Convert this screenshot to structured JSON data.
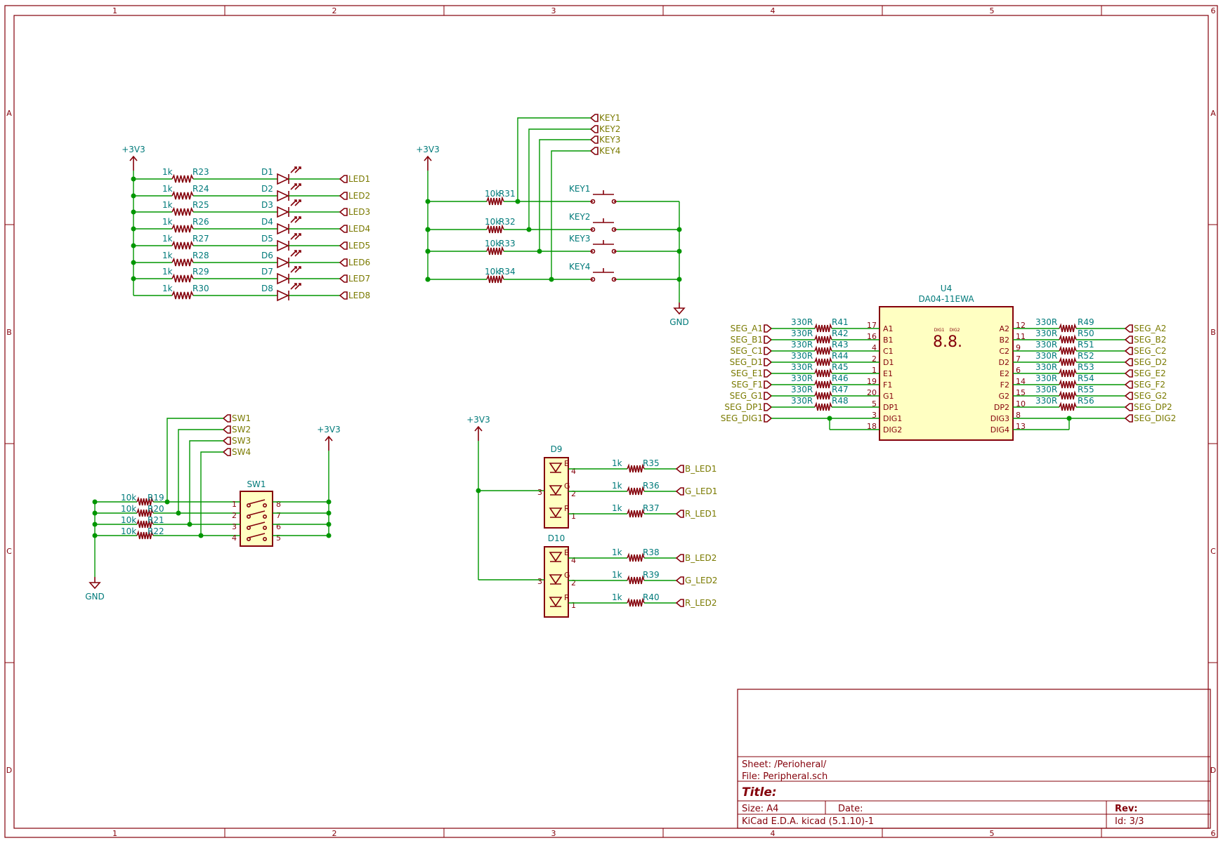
{
  "border": {
    "columns": [
      "1",
      "2",
      "3",
      "4",
      "5",
      "6"
    ],
    "rows": [
      "A",
      "B",
      "C",
      "D"
    ]
  },
  "title_block": {
    "sheet": "Sheet: /Perioheral/",
    "file": "File: Peripheral.sch",
    "title": "Title:",
    "size": "Size: A4",
    "date": "Date:",
    "rev": "Rev:",
    "tool": "KiCad E.D.A.  kicad (5.1.10)-1",
    "id": "Id: 3/3"
  },
  "led_block": {
    "power": "+3V3",
    "rows": [
      {
        "val": "1k",
        "res": "R23",
        "diode": "D1",
        "label": "LED1"
      },
      {
        "val": "1k",
        "res": "R24",
        "diode": "D2",
        "label": "LED2"
      },
      {
        "val": "1k",
        "res": "R25",
        "diode": "D3",
        "label": "LED3"
      },
      {
        "val": "1k",
        "res": "R26",
        "diode": "D4",
        "label": "LED4"
      },
      {
        "val": "1k",
        "res": "R27",
        "diode": "D5",
        "label": "LED5"
      },
      {
        "val": "1k",
        "res": "R28",
        "diode": "D6",
        "label": "LED6"
      },
      {
        "val": "1k",
        "res": "R29",
        "diode": "D7",
        "label": "LED7"
      },
      {
        "val": "1k",
        "res": "R30",
        "diode": "D8",
        "label": "LED8"
      }
    ]
  },
  "key_block": {
    "power": "+3V3",
    "ground": "GND",
    "labels": [
      "KEY1",
      "KEY2",
      "KEY3",
      "KEY4"
    ],
    "rows": [
      {
        "val": "10k",
        "res": "R31",
        "sw": "KEY1"
      },
      {
        "val": "10k",
        "res": "R32",
        "sw": "KEY2"
      },
      {
        "val": "10k",
        "res": "R33",
        "sw": "KEY3"
      },
      {
        "val": "10k",
        "res": "R34",
        "sw": "KEY4"
      }
    ]
  },
  "display": {
    "ref": "U4",
    "part": "DA04-11EWA",
    "digit_text": "8.8.",
    "dig1": "DIG1",
    "dig2": "DIG2",
    "left": [
      {
        "label": "SEG_A1",
        "val": "330R",
        "res": "R41",
        "pinnum": "17",
        "pin": "A1"
      },
      {
        "label": "SEG_B1",
        "val": "330R",
        "res": "R42",
        "pinnum": "16",
        "pin": "B1"
      },
      {
        "label": "SEG_C1",
        "val": "330R",
        "res": "R43",
        "pinnum": "4",
        "pin": "C1"
      },
      {
        "label": "SEG_D1",
        "val": "330R",
        "res": "R44",
        "pinnum": "2",
        "pin": "D1"
      },
      {
        "label": "SEG_E1",
        "val": "330R",
        "res": "R45",
        "pinnum": "1",
        "pin": "E1"
      },
      {
        "label": "SEG_F1",
        "val": "330R",
        "res": "R46",
        "pinnum": "19",
        "pin": "F1"
      },
      {
        "label": "SEG_G1",
        "val": "330R",
        "res": "R47",
        "pinnum": "20",
        "pin": "G1"
      },
      {
        "label": "SEG_DP1",
        "val": "330R",
        "res": "R48",
        "pinnum": "5",
        "pin": "DP1"
      }
    ],
    "left_dig": [
      {
        "label": "SEG_DIG1",
        "pinnum": "3",
        "pin": "DIG1"
      },
      {
        "label": "",
        "pinnum": "18",
        "pin": "DIG2"
      }
    ],
    "right": [
      {
        "label": "SEG_A2",
        "val": "330R",
        "res": "R49",
        "pinnum": "12",
        "pin": "A2"
      },
      {
        "label": "SEG_B2",
        "val": "330R",
        "res": "R50",
        "pinnum": "11",
        "pin": "B2"
      },
      {
        "label": "SEG_C2",
        "val": "330R",
        "res": "R51",
        "pinnum": "9",
        "pin": "C2"
      },
      {
        "label": "SEG_D2",
        "val": "330R",
        "res": "R52",
        "pinnum": "7",
        "pin": "D2"
      },
      {
        "label": "SEG_E2",
        "val": "330R",
        "res": "R53",
        "pinnum": "6",
        "pin": "E2"
      },
      {
        "label": "SEG_F2",
        "val": "330R",
        "res": "R54",
        "pinnum": "14",
        "pin": "F2"
      },
      {
        "label": "SEG_G2",
        "val": "330R",
        "res": "R55",
        "pinnum": "15",
        "pin": "G2"
      },
      {
        "label": "SEG_DP2",
        "val": "330R",
        "res": "R56",
        "pinnum": "10",
        "pin": "DP2"
      }
    ],
    "right_dig": [
      {
        "label": "SEG_DIG2",
        "pinnum": "8",
        "pin": "DIG3"
      },
      {
        "label": "",
        "pinnum": "13",
        "pin": "DIG4"
      }
    ]
  },
  "dip_block": {
    "ref": "SW1",
    "power": "+3V3",
    "ground": "GND",
    "labels": [
      "SW1",
      "SW2",
      "SW3",
      "SW4"
    ],
    "rows": [
      {
        "val": "10k",
        "res": "R19",
        "lpin": "1",
        "rpin": "8"
      },
      {
        "val": "10k",
        "res": "R20",
        "lpin": "2",
        "rpin": "7"
      },
      {
        "val": "10k",
        "res": "R21",
        "lpin": "3",
        "rpin": "6"
      },
      {
        "val": "10k",
        "res": "R22",
        "lpin": "4",
        "rpin": "5"
      }
    ]
  },
  "rgb_block": {
    "power": "+3V3",
    "leds": [
      {
        "ref": "D9",
        "common_pin": "3",
        "rows": [
          {
            "pin": "4",
            "ch": "B",
            "val": "1k",
            "res": "R35",
            "label": "B_LED1"
          },
          {
            "pin": "2",
            "ch": "G",
            "val": "1k",
            "res": "R36",
            "label": "G_LED1"
          },
          {
            "pin": "1",
            "ch": "R",
            "val": "1k",
            "res": "R37",
            "label": "R_LED1"
          }
        ]
      },
      {
        "ref": "D10",
        "common_pin": "3",
        "rows": [
          {
            "pin": "4",
            "ch": "B",
            "val": "1k",
            "res": "R38",
            "label": "B_LED2"
          },
          {
            "pin": "2",
            "ch": "G",
            "val": "1k",
            "res": "R39",
            "label": "G_LED2"
          },
          {
            "pin": "1",
            "ch": "R",
            "val": "1k",
            "res": "R40",
            "label": "R_LED2"
          }
        ]
      }
    ]
  }
}
